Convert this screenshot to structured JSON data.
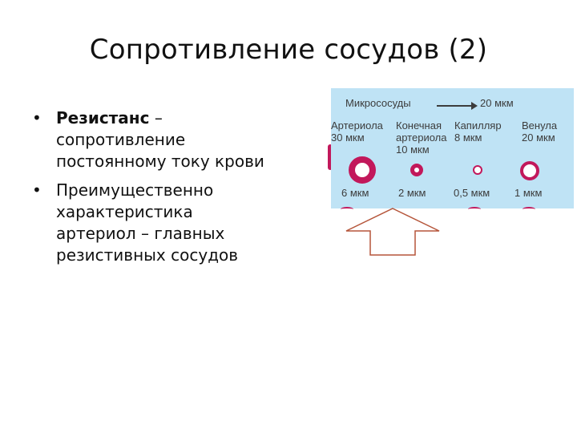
{
  "title": "Сопротивление сосудов (2)",
  "bullets": [
    {
      "bold": "Резистанс",
      "rest": " – сопротивление постоянному току крови"
    },
    {
      "bold": "",
      "rest": "Преимущественно характеристика артериол – главных резистивных сосудов"
    }
  ],
  "figure": {
    "header": "Микрососуды",
    "header_size": "20 мкм",
    "columns": [
      {
        "name1": "Артериола",
        "name2": "30 мкм",
        "name3": "",
        "lumen": "6 мкм"
      },
      {
        "name1": "Конечная",
        "name2": "артериола",
        "name3": "10 мкм",
        "lumen": "2 мкм"
      },
      {
        "name1": "Капилляр",
        "name2": "8 мкм",
        "name3": "",
        "lumen": "0,5 мкм"
      },
      {
        "name1": "Венула",
        "name2": "20 мкм",
        "name3": "",
        "lumen": "1 мкм"
      }
    ],
    "vessel_color": "#c2185b",
    "background": "#bfe3f5",
    "arrow_outline_color": "#b5553a"
  }
}
